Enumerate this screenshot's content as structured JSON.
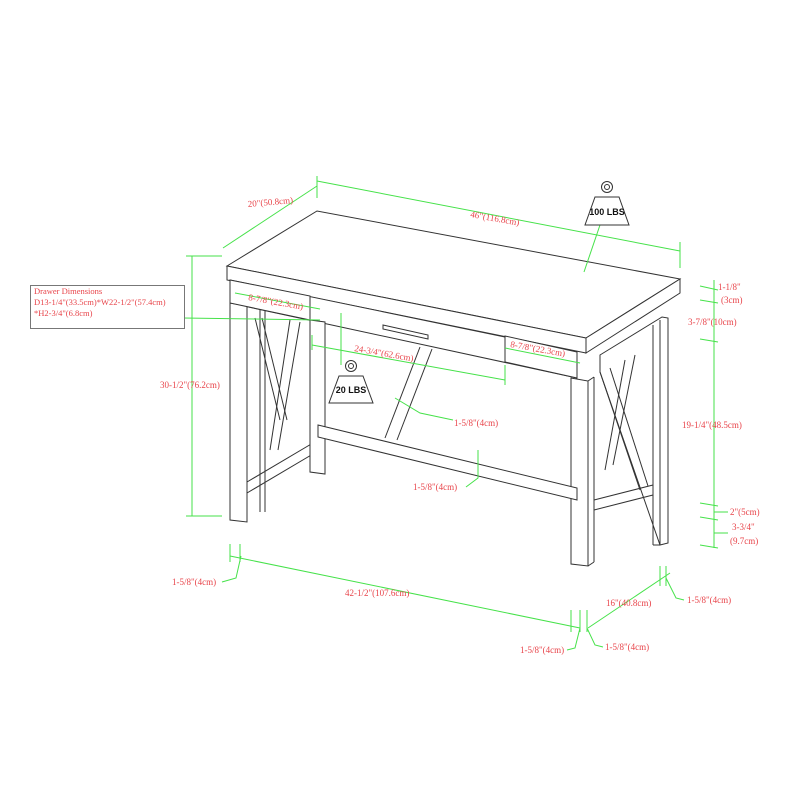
{
  "drawer_box": {
    "title": "Drawer Dimensions",
    "line1": "D13-1/4\"(33.5cm)*W22-1/2\"(57.4cm)",
    "line2": "*H2-3/4\"(6.8cm)"
  },
  "weights": {
    "top": "100 LBS",
    "drawer": "20 LBS"
  },
  "dims": {
    "depth_top": "20\"(50.8cm)",
    "width_top": "46\"(116.8cm)",
    "side_drawer_left": "8-7/8\"(22.3cm)",
    "side_drawer_right": "8-7/8\"(22.3cm)",
    "center_drawer": "24-3/4\"(62.6cm)",
    "total_height": "30-1/2\"(76.2cm)",
    "brace_thickness": "1-5/8\"(4cm)",
    "stretcher_thickness": "1-5/8\"(4cm)",
    "top_thickness_a": "1-1/8\"",
    "top_thickness_b": "(3cm)",
    "apron": "3-7/8\"(10cm)",
    "leg_clear": "19-1/4\"(48.5cm)",
    "lower_rail": "2\"(5cm)",
    "floor_clear_a": "3-3/4\"",
    "floor_clear_b": "(9.7cm)",
    "leg_left": "1-5/8\"(4cm)",
    "base_width": "42-1/2\"(107.6cm)",
    "base_depth": "16\"(40.8cm)",
    "leg_right_back": "1-5/8\"(4cm)",
    "leg_front_a": "1-5/8\"(4cm)",
    "leg_front_b": "1-5/8\"(4cm)"
  }
}
